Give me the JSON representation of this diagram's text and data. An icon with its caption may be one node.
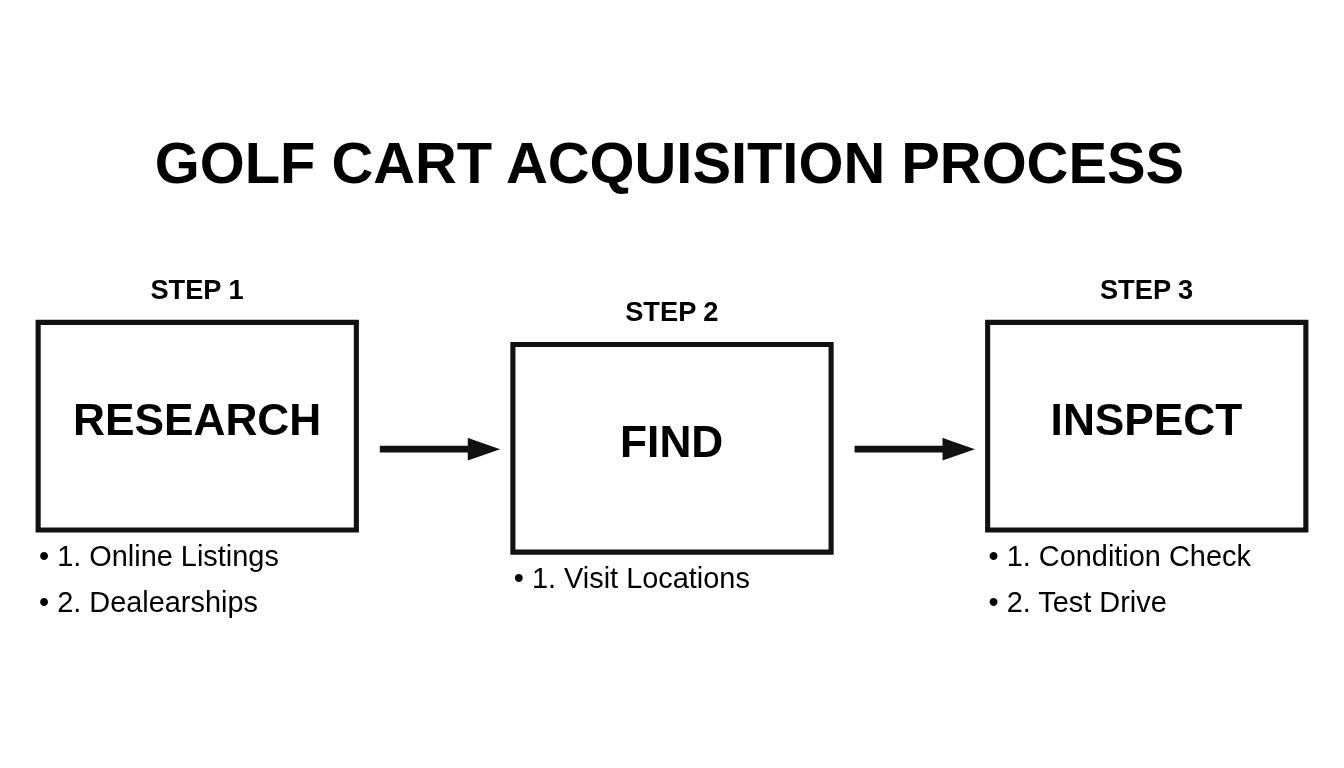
{
  "diagram": {
    "title": "GOLF CART ACQUISITION PROCESS",
    "nodes": [
      {
        "text": [
          "STEP 1",
          "RESEARCH"
        ],
        "beside": [
          "• 1. Online Listings",
          "• 2. Dealearships"
        ]
      },
      {
        "text": [
          "STEP 2",
          "FIND"
        ],
        "beside": [
          "• 1. Visit Locations"
        ]
      },
      {
        "text": [
          "STEP 3",
          "INSPECT"
        ],
        "beside": [
          "• 1. Condition Check",
          "• 2. Test Drive"
        ]
      }
    ],
    "edges": [
      {
        "from": 0,
        "to": 1,
        "arrow": "to"
      },
      {
        "from": 1,
        "to": 2,
        "arrow": "to"
      }
    ]
  }
}
